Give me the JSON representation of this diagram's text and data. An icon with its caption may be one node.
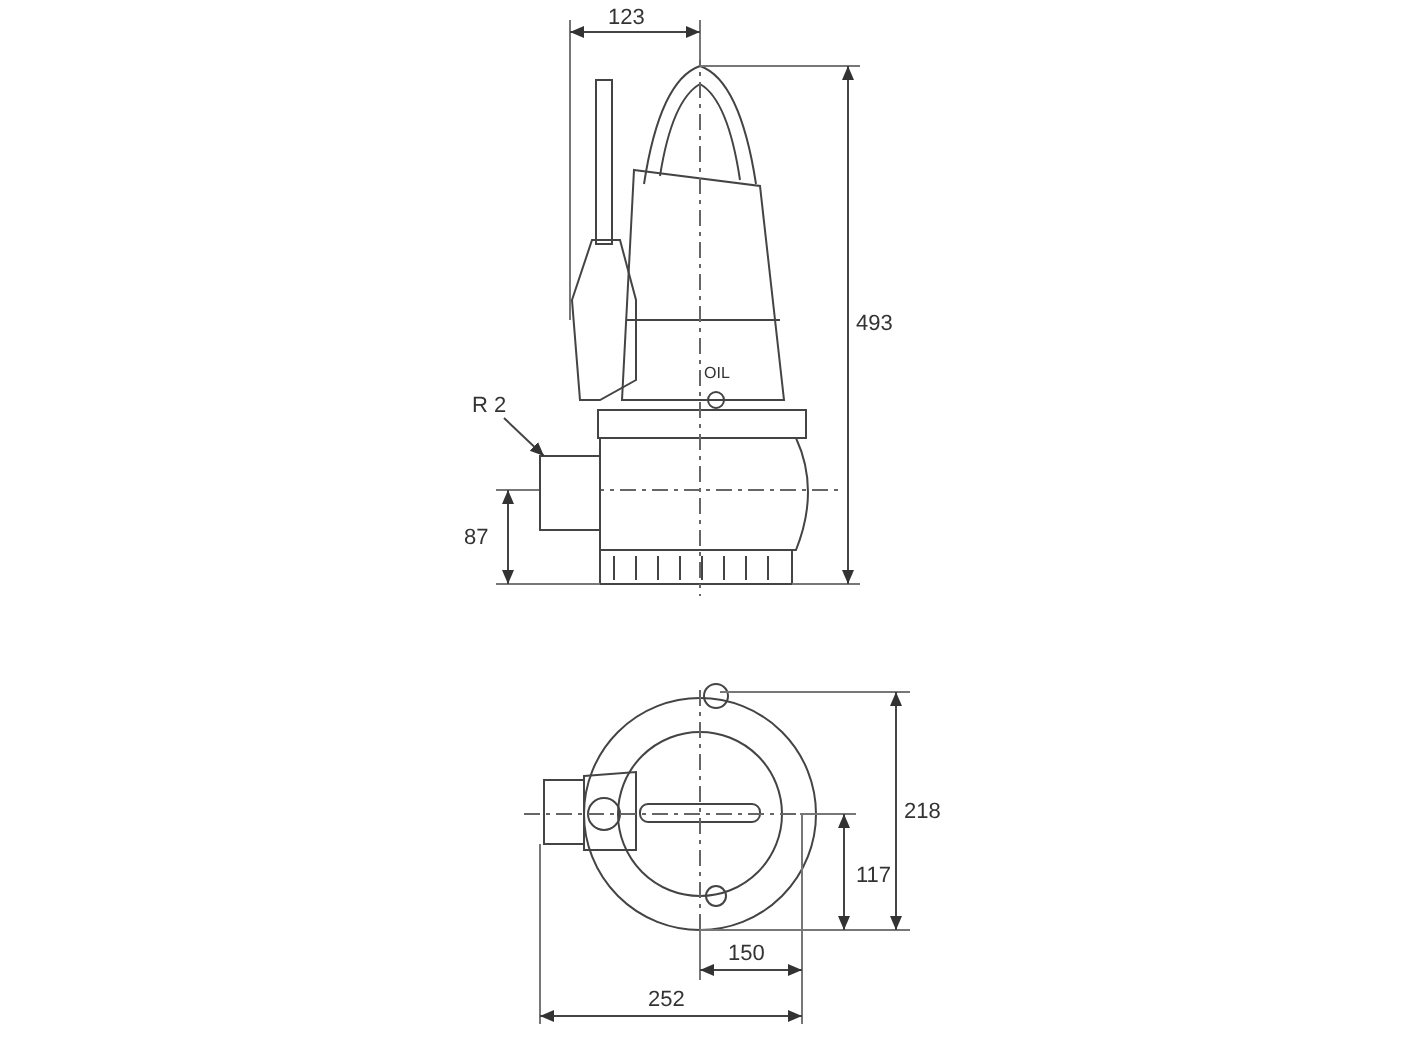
{
  "diagram": {
    "nodes": [
      {
        "text": [
          "R 2"
        ]
      },
      {
        "text": [],
        "shape": "box"
      }
    ],
    "edges": [
      {
        "from": 0,
        "to": 1,
        "arrow": "to"
      }
    ],
    "labels": [
      "123",
      "493",
      "OIL",
      "87",
      "218",
      "117",
      "150",
      "252"
    ]
  }
}
